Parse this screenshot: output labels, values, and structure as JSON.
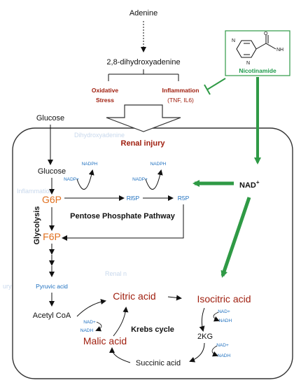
{
  "labels": {
    "adenine": "Adenine",
    "dha": "2,8-dihydroxyadenine",
    "oxidative_stress": [
      "Oxidative",
      "Stress"
    ],
    "inflammation": "Inflammation",
    "inflammation_detail": "(TNF, IL6)",
    "nicotinamide": "Nicotinamide",
    "nicotinamide_nh2": "NH",
    "nicotinamide_o": "O",
    "nicotinamide_n": "N",
    "glucose_outer": "Glucose",
    "renal_injury": "Renal injury",
    "nad_main": "NAD",
    "nad_sup": "+",
    "glucose_inner": "Glucose",
    "g6p": "G6P",
    "r15p": "Rl5P",
    "r5p": "R5P",
    "nadph_1": "NADPH",
    "nadp_1": "NADP+",
    "nadph_2": "NADPH",
    "nadp_2": "NADP+",
    "ppp": "Pentose Phosphate Pathway",
    "glycolysis": "Glycolysis",
    "f6p": "F6P",
    "pyruvic": "Pyruvic acid",
    "acetyl_coa": "Acetyl CoA",
    "citric": "Citric acid",
    "isocitric": "Isocitric acid",
    "krebs": "Krebs cycle",
    "malic": "Malic acid",
    "kg2": "2KG",
    "succinic": "Succinic acid",
    "nad_k1": "NAD+",
    "nadh_k1": "NADH",
    "nad_k2": "NAD+",
    "nadh_k2": "NADH",
    "nad_k3": "NAD+",
    "nadh_k3": "NADH"
  },
  "colors": {
    "arrow_green": "#2f9a45",
    "nicotinamide_green": "#1f9a4a",
    "red_text": "#a02010",
    "orange_text": "#e0701f",
    "blue_text": "#1d6fbf"
  }
}
